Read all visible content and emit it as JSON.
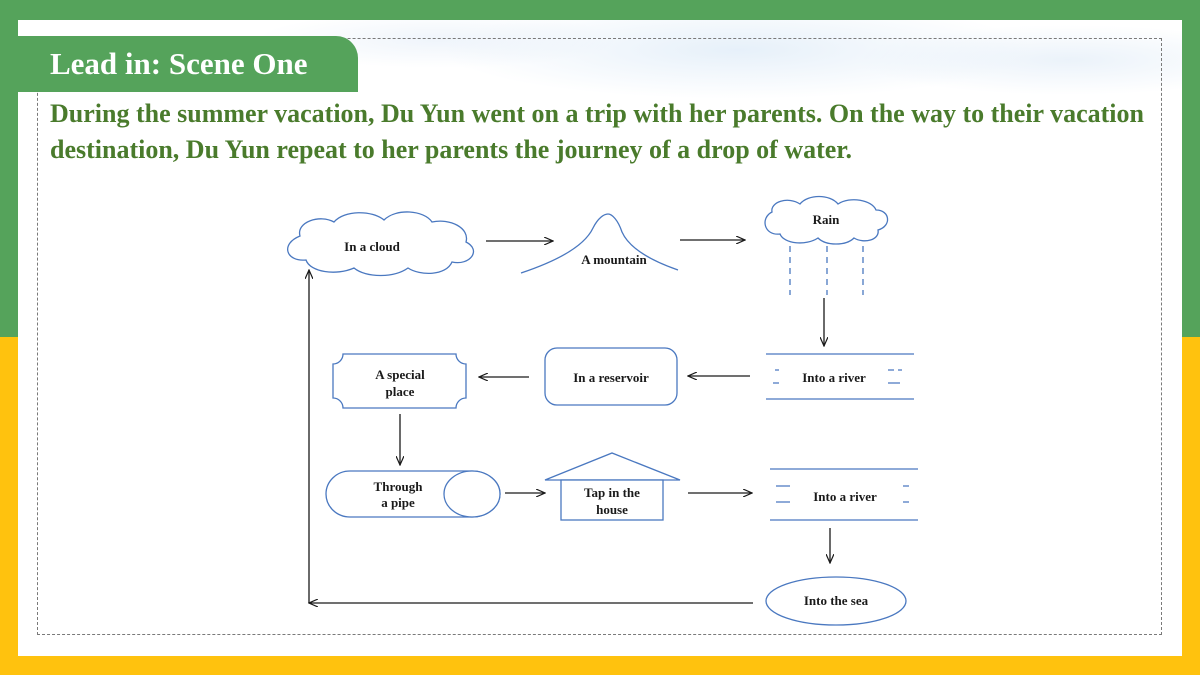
{
  "header": {
    "title": "Lead in: Scene One"
  },
  "intro": {
    "text": "During the summer vacation, Du Yun went on a trip with her parents. On the way to their vacation destination, Du Yun repeat to her parents the journey of a drop of water."
  },
  "diagram": {
    "nodes": {
      "cloud": "In a cloud",
      "mountain": "A mountain",
      "rain": "Rain",
      "river1": "Into a river",
      "reservoir": "In a reservoir",
      "special_place": [
        "A special",
        "place"
      ],
      "pipe": [
        "Through",
        "a pipe"
      ],
      "tap": [
        "Tap in the",
        "house"
      ],
      "river2": "Into a river",
      "sea": "Into the sea"
    }
  },
  "colors": {
    "green": "#55a35b",
    "yellow": "#ffc20e",
    "text_green": "#4a7b2c",
    "shape_stroke": "#4a78c0"
  }
}
